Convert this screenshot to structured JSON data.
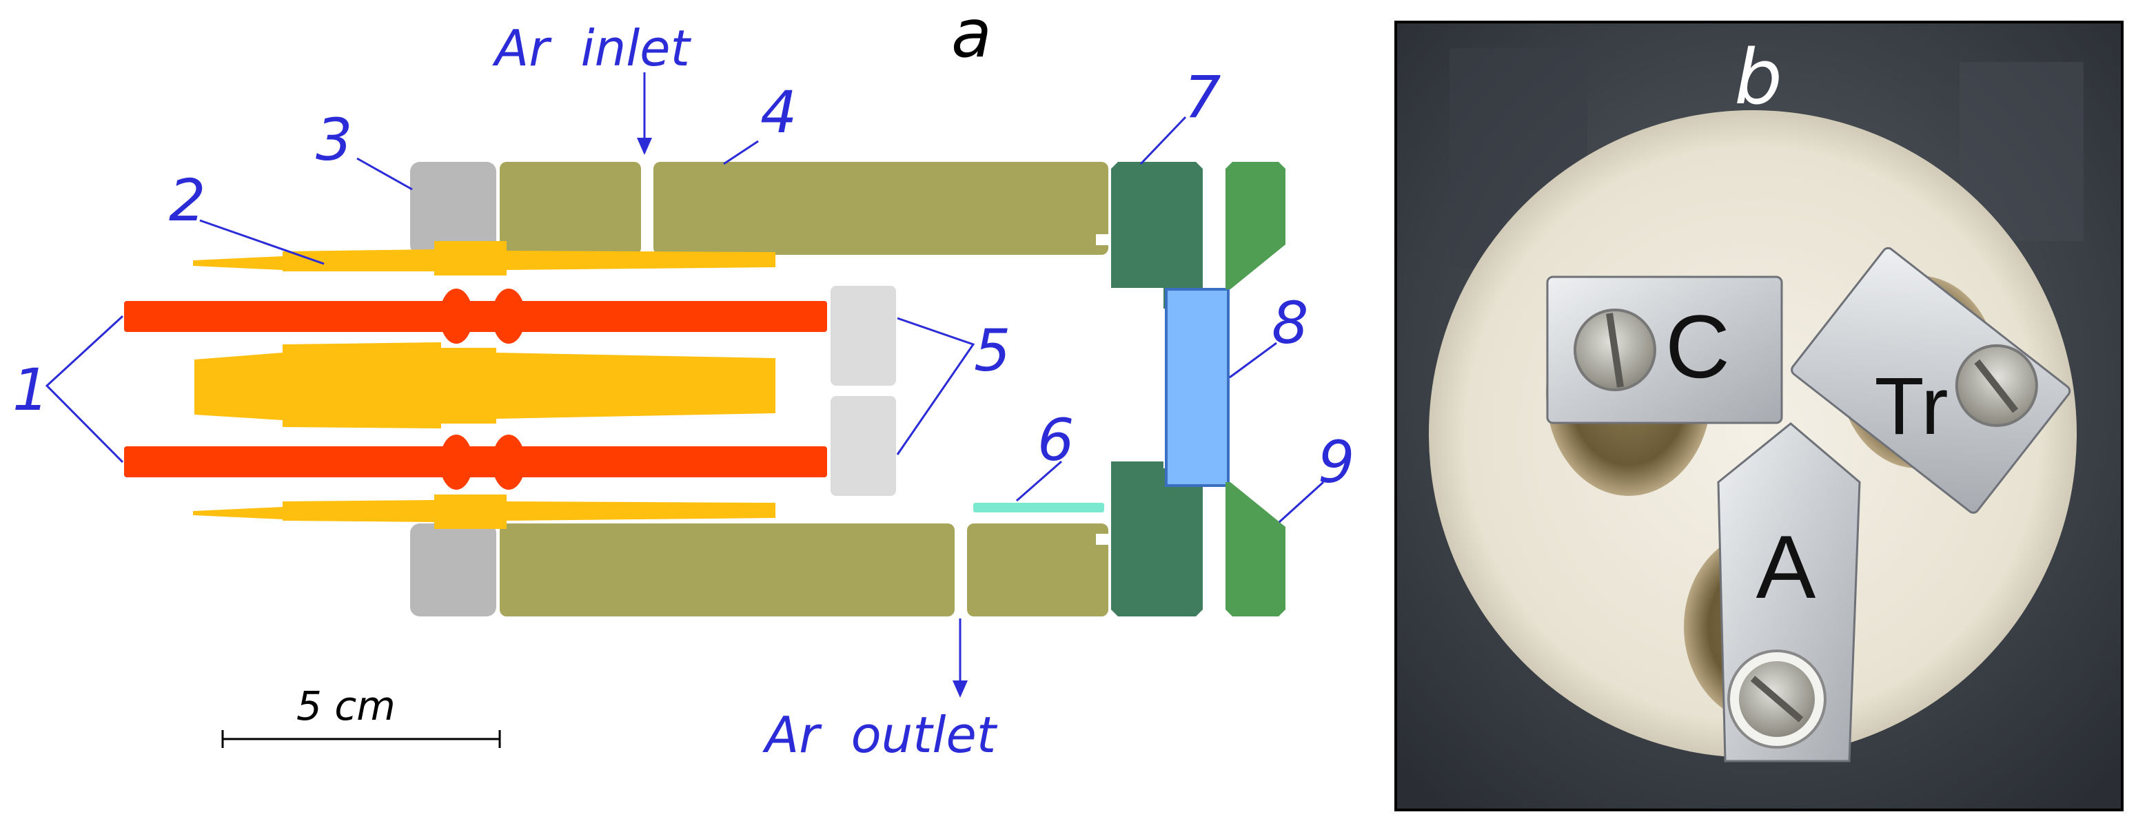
{
  "panel_a": {
    "letter": "a",
    "ar_inlet": "Ar  inlet",
    "ar_outlet": "Ar  outlet",
    "scale_label": "5 cm",
    "callouts": [
      "1",
      "2",
      "3",
      "4",
      "5",
      "6",
      "7",
      "8",
      "9"
    ]
  },
  "panel_b": {
    "letter": "b",
    "electrode_c": "C",
    "electrode_tr": "Tr",
    "electrode_a": "A"
  },
  "colors": {
    "electrode_rod": "#ff3d00",
    "brass_body": "#ffbf0f",
    "gray_flange": "#b8b8b8",
    "light_insert": "#dcdcdc",
    "olive_body": "#a6a55a",
    "dark_green_flange": "#3f7d5e",
    "green_cap": "#4f9e53",
    "window": "#7fbaff",
    "sample": "#7be8d0",
    "label_blue": "#2b2bd8"
  }
}
